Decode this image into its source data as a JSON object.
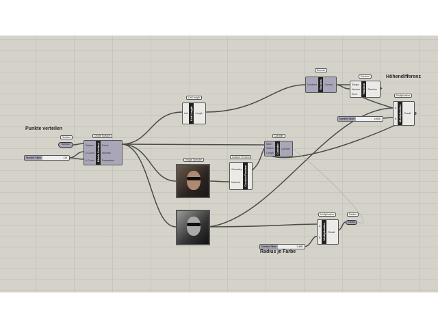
{
  "labels": {
    "punkte": "Punkte verteilen",
    "hoehe": "Höhendifferenz",
    "radius": "Radius je Farbe"
  },
  "surface_param": {
    "tag": "Surface",
    "label": "Surface"
  },
  "slider1": {
    "label": "Number Slider",
    "value": "119"
  },
  "divide_surface": {
    "tag": "Divide Surface",
    "name": "Divide Surface",
    "inputs": [
      "Surface",
      "U Count",
      "V Count"
    ],
    "outputs": [
      "Points",
      "Normals",
      "Parameters"
    ]
  },
  "list_length": {
    "tag": "List Length",
    "name": "List Length",
    "inputs": [
      "List"
    ],
    "outputs": [
      "Length"
    ]
  },
  "cylinder": {
    "tag": "Cylinder",
    "name": "Cylinder",
    "inputs": [
      "Base",
      "Radius",
      "Length"
    ],
    "outputs": [
      "Cylinder"
    ]
  },
  "image_sampler": {
    "tag": "Image Sampler"
  },
  "custom_preview": {
    "tag": "Custom Preview",
    "name": "Custom Preview",
    "inputs": [
      "Geometry",
      "Material"
    ]
  },
  "bounds": {
    "tag": "Bounds",
    "name": "Bounds",
    "inputs": [
      "Numbers"
    ],
    "outputs": [
      "Domain"
    ]
  },
  "random": {
    "tag": "Random",
    "name": "Random",
    "inputs": [
      "Range",
      "Number",
      "Seed"
    ],
    "outputs": [
      "Random"
    ]
  },
  "mult1": {
    "tag": "Multiplication",
    "name": "Multiplication",
    "inputs": [
      "A",
      "B"
    ],
    "outputs": [
      "Result"
    ]
  },
  "slider2": {
    "label": "Number Slider",
    "value": "14045"
  },
  "mult2": {
    "tag": "Multiplication",
    "name": "Multiplication",
    "inputs": [
      "A",
      "B"
    ],
    "outputs": [
      "Result"
    ]
  },
  "radius_param": {
    "tag": "Radius",
    "label": "Radius"
  },
  "slider3": {
    "label": "Number Slider",
    "value": "1.468"
  }
}
